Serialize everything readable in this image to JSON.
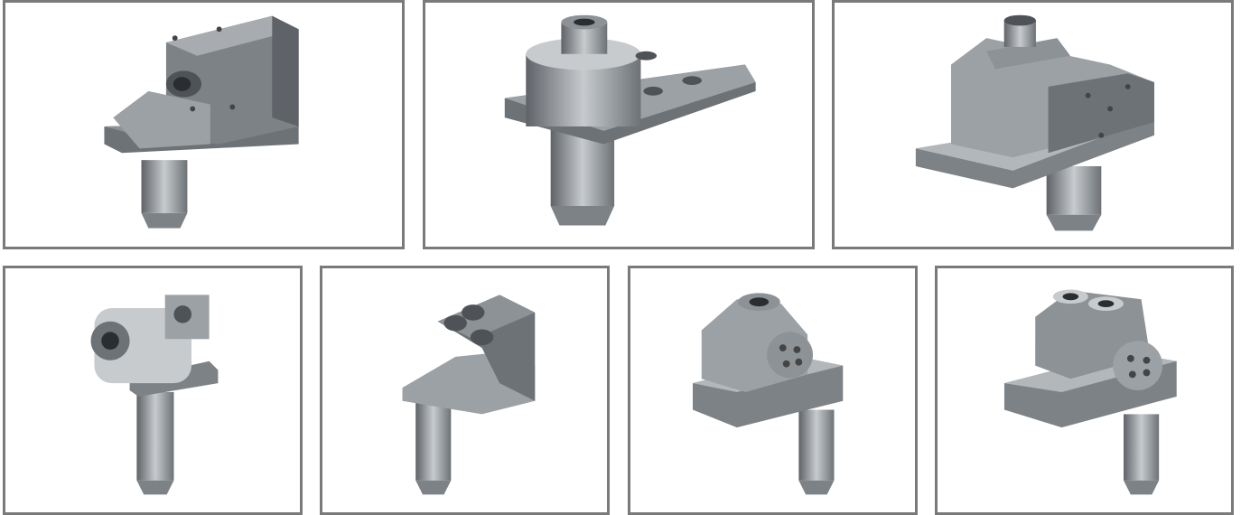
{
  "gallery": {
    "frame_color": "#7a7a7a",
    "background": "#ffffff",
    "metal_colors": {
      "dark": "#5f6368",
      "mid": "#8d9296",
      "light": "#c7cbce",
      "highlight": "#e6e8ea"
    },
    "items": [
      {
        "kind": "axial-tool-holder"
      },
      {
        "kind": "flange-plate-holder"
      },
      {
        "kind": "block-holder-with-top-spindle"
      },
      {
        "kind": "right-angle-spindle-head"
      },
      {
        "kind": "angled-block-double-nut"
      },
      {
        "kind": "radial-housing-single"
      },
      {
        "kind": "radial-housing-double"
      }
    ]
  }
}
